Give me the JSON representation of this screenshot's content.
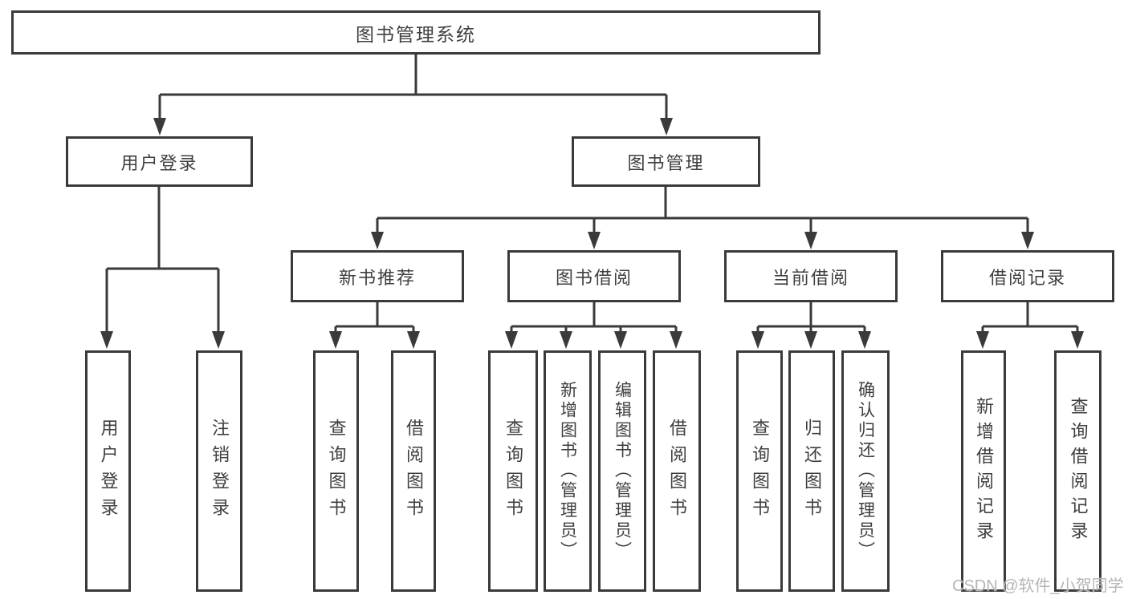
{
  "diagram": {
    "root": {
      "label": "图书管理系统"
    },
    "level2": [
      {
        "label": "用户登录"
      },
      {
        "label": "图书管理"
      }
    ],
    "level3": [
      {
        "label": "新书推荐",
        "parent": "图书管理"
      },
      {
        "label": "图书借阅",
        "parent": "图书管理"
      },
      {
        "label": "当前借阅",
        "parent": "图书管理"
      },
      {
        "label": "借阅记录",
        "parent": "图书管理"
      }
    ],
    "leaves": [
      {
        "label": "用户登录",
        "parent": "用户登录"
      },
      {
        "label": "注销登录",
        "parent": "用户登录"
      },
      {
        "label": "查询图书",
        "parent": "新书推荐"
      },
      {
        "label": "借阅图书",
        "parent": "新书推荐"
      },
      {
        "label": "查询图书",
        "parent": "图书借阅"
      },
      {
        "label": "新增图书（管理员）",
        "parent": "图书借阅"
      },
      {
        "label": "编辑图书（管理员）",
        "parent": "图书借阅"
      },
      {
        "label": "借阅图书",
        "parent": "图书借阅"
      },
      {
        "label": "查询图书",
        "parent": "当前借阅"
      },
      {
        "label": "归还图书",
        "parent": "当前借阅"
      },
      {
        "label": "确认归还（管理员）",
        "parent": "当前借阅"
      },
      {
        "label": "新增借阅记录",
        "parent": "借阅记录"
      },
      {
        "label": "查询借阅记录",
        "parent": "借阅记录"
      }
    ]
  },
  "watermark": {
    "text": "CSDN @软件_小贺同学"
  },
  "colors": {
    "line": "#3a3a3a",
    "text": "#3f3f3f",
    "background": "#ffffff",
    "watermark": "#b5b5b5"
  }
}
